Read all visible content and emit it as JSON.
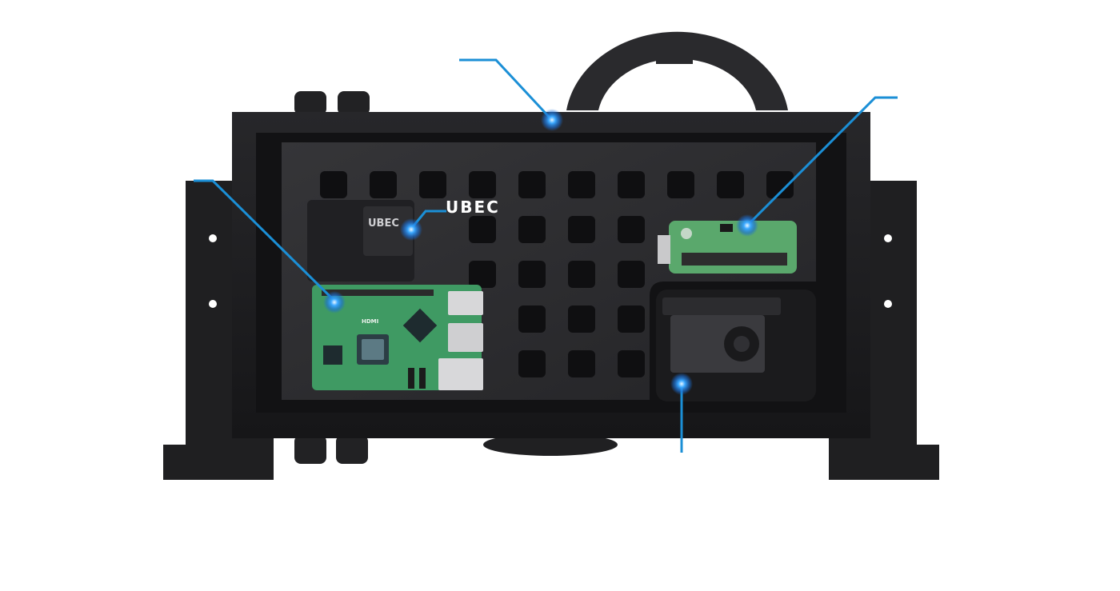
{
  "labels": {
    "ubec": "UBEC"
  },
  "product_markings": {
    "ubec_module_logo": "UBEC",
    "hdmi_marking": "HDMI"
  },
  "colors": {
    "background": "#ffffff",
    "enclosure": "#1a1a1c",
    "panel": "#2b2b2e",
    "callout_line": "#1b8fd6",
    "callout_glow": "#3aa8ff",
    "pcb_green": "#3f9a63",
    "servo_board": "#5aa86c"
  },
  "icons": {
    "callout_marker": "glow-dot-icon",
    "cable_gland": "cable-gland-icon",
    "mount_hole": "mount-hole-icon"
  }
}
